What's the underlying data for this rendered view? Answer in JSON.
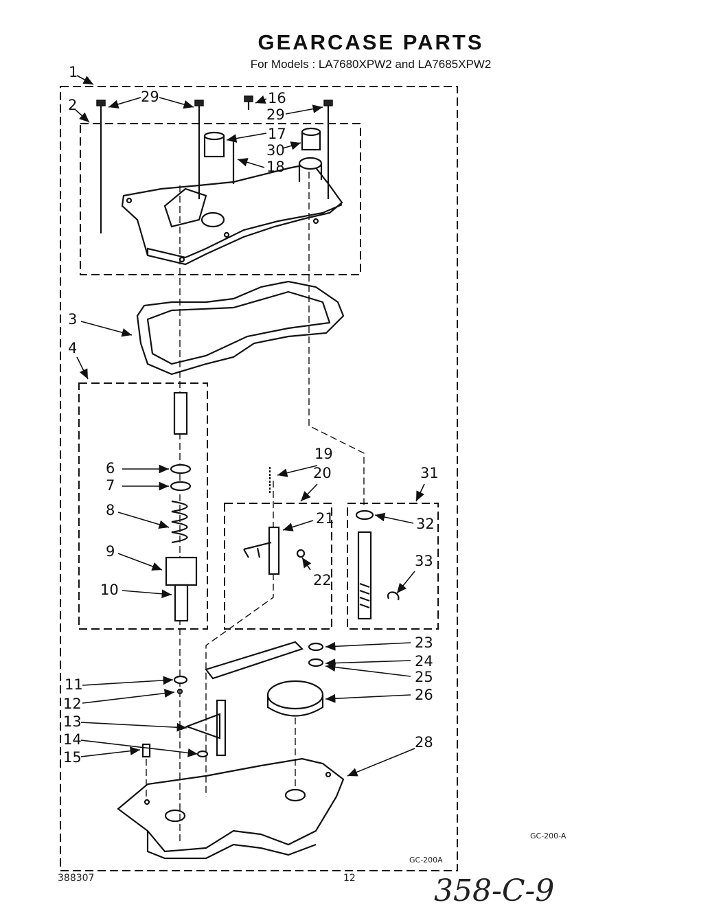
{
  "title": "GEARCASE PARTS",
  "subtitle": "For Models : LA7680XPW2 and LA7685XPW2",
  "callouts": [
    "1",
    "2",
    "3",
    "4",
    "6",
    "7",
    "8",
    "9",
    "10",
    "11",
    "12",
    "13",
    "14",
    "15",
    "16",
    "17",
    "18",
    "19",
    "20",
    "21",
    "22",
    "23",
    "24",
    "25",
    "26",
    "28",
    "29",
    "29",
    "29",
    "30",
    "31",
    "32",
    "33"
  ],
  "drawing_code": "GC-200A",
  "side_code": "GC-200-A",
  "doc_number": "388307",
  "page_number": "12",
  "handwritten_note": "358-C-9",
  "icons": [
    "gearcase-cover",
    "gasket",
    "pinion-gear",
    "spring",
    "shift-fork",
    "agitator-shaft",
    "drive-gear",
    "gearcase-base"
  ]
}
